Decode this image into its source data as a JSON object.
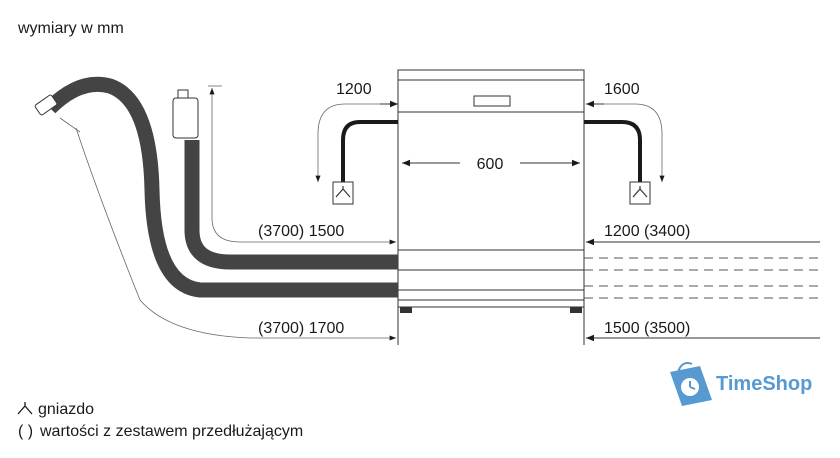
{
  "header": {
    "units_note": "wymiary w mm"
  },
  "dimensions": {
    "top_left_hose": "1200",
    "top_right_hose": "1600",
    "width": "600",
    "drain_left": "(3700) 1500",
    "drain_right": "1200 (3400)",
    "inlet_left": "(3700) 1700",
    "inlet_right": "1500 (3500)"
  },
  "legend": {
    "socket_symbol": "⏊",
    "socket_label": "gniazdo",
    "ext_symbol": "( )",
    "ext_label": "wartości z zestawem przedłużającym"
  },
  "watermark": {
    "brand": "TimeShop",
    "color": "#3a89c9"
  }
}
